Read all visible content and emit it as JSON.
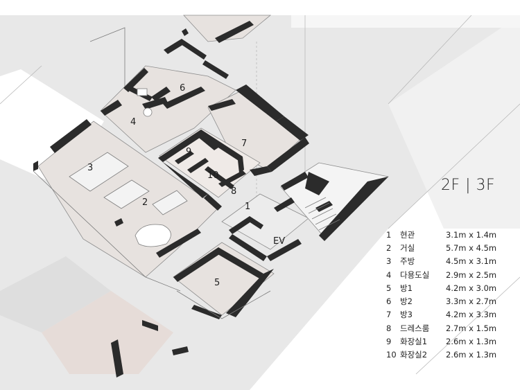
{
  "floor_title": "2F | 3F",
  "room_labels": [
    {
      "id": "1",
      "text": "1"
    },
    {
      "id": "2",
      "text": "2"
    },
    {
      "id": "3",
      "text": "3"
    },
    {
      "id": "4",
      "text": "4"
    },
    {
      "id": "5",
      "text": "5"
    },
    {
      "id": "6",
      "text": "6"
    },
    {
      "id": "7",
      "text": "7"
    },
    {
      "id": "8",
      "text": "8"
    },
    {
      "id": "9",
      "text": "9"
    },
    {
      "id": "10",
      "text": "10"
    },
    {
      "id": "ev",
      "text": "EV"
    }
  ],
  "legend": [
    {
      "num": "1",
      "name": "현관",
      "size": "3.1m x 1.4m"
    },
    {
      "num": "2",
      "name": "거실",
      "size": "5.7m x 4.5m"
    },
    {
      "num": "3",
      "name": "주방",
      "size": "4.5m x 3.1m"
    },
    {
      "num": "4",
      "name": "다용도실",
      "size": "2.9m x 2.5m"
    },
    {
      "num": "5",
      "name": "방1",
      "size": "4.2m x 3.0m"
    },
    {
      "num": "6",
      "name": "방2",
      "size": "3.3m x 2.7m"
    },
    {
      "num": "7",
      "name": "방3",
      "size": "4.2m x 3.3m"
    },
    {
      "num": "8",
      "name": "드레스룸",
      "size": "2.7m x 1.5m"
    },
    {
      "num": "9",
      "name": "화장실1",
      "size": "2.6m x 1.3m"
    },
    {
      "num": "10",
      "name": "화장실2",
      "size": "2.6m x 1.3m"
    }
  ],
  "colors": {
    "wall": "#2b2b2b",
    "floor": "#e7e2df",
    "background_shade": "#e6e6e6",
    "line": "#9a9a9a"
  }
}
